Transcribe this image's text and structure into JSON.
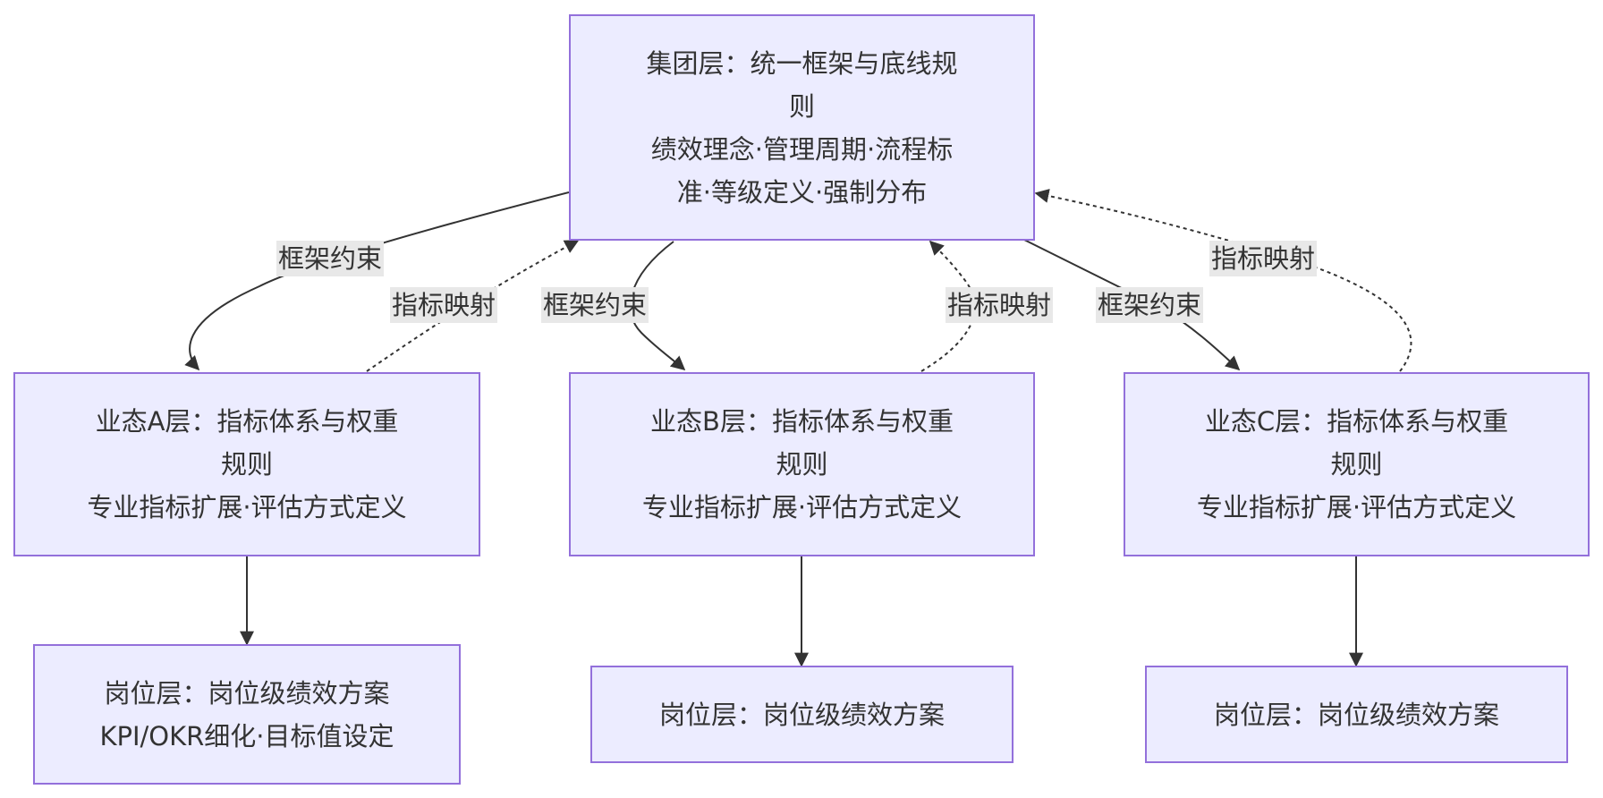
{
  "nodes": {
    "group": {
      "line1": "集团层：统一框架与底线规",
      "line2": "则",
      "line3": "绩效理念·管理周期·流程标",
      "line4": "准·等级定义·强制分布"
    },
    "biz_a": {
      "line1": "业态A层：指标体系与权重",
      "line2": "规则",
      "line3": "专业指标扩展·评估方式定义"
    },
    "biz_b": {
      "line1": "业态B层：指标体系与权重",
      "line2": "规则",
      "line3": "专业指标扩展·评估方式定义"
    },
    "biz_c": {
      "line1": "业态C层：指标体系与权重",
      "line2": "规则",
      "line3": "专业指标扩展·评估方式定义"
    },
    "post_a": {
      "line1": "岗位层：岗位级绩效方案",
      "line2": "KPI/OKR细化·目标值设定"
    },
    "post_b": {
      "line1": "岗位层：岗位级绩效方案"
    },
    "post_c": {
      "line1": "岗位层：岗位级绩效方案"
    }
  },
  "edges": {
    "framework_label": "框架约束",
    "mapping_label": "指标映射"
  },
  "colors": {
    "node_fill": "#ececff",
    "node_border": "#9370db",
    "edge": "#333333",
    "label_bg": "#e8e8e8"
  }
}
